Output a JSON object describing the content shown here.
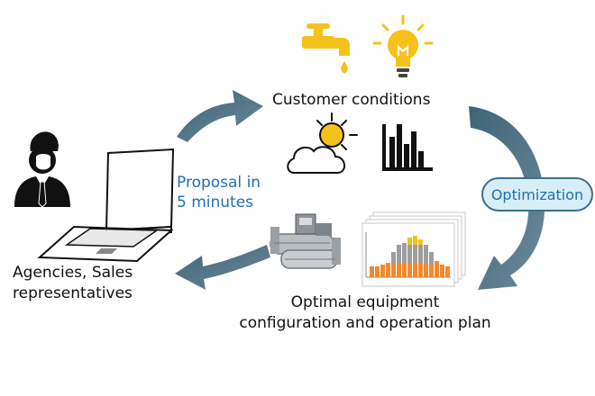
{
  "labels": {
    "customer_conditions": "Customer conditions",
    "proposal_line1": "Proposal in",
    "proposal_line2": "5 minutes",
    "agencies_line1": "Agencies, Sales",
    "agencies_line2": "representatives",
    "optimization": "Optimization",
    "optimal_line1": "Optimal equipment",
    "optimal_line2": "configuration and operation plan"
  },
  "colors": {
    "arrow": "#4d6e80",
    "accent_blue": "#1f6fb5",
    "icon_yellow": "#f5c21b",
    "pill_fill": "#d8eef7"
  },
  "icons": [
    "faucet-icon",
    "lightbulb-icon",
    "sun-cloud-icon",
    "bar-chart-icon",
    "businessman-icon",
    "laptop-icon",
    "chiller-machine-icon",
    "stacked-chart-icon"
  ]
}
